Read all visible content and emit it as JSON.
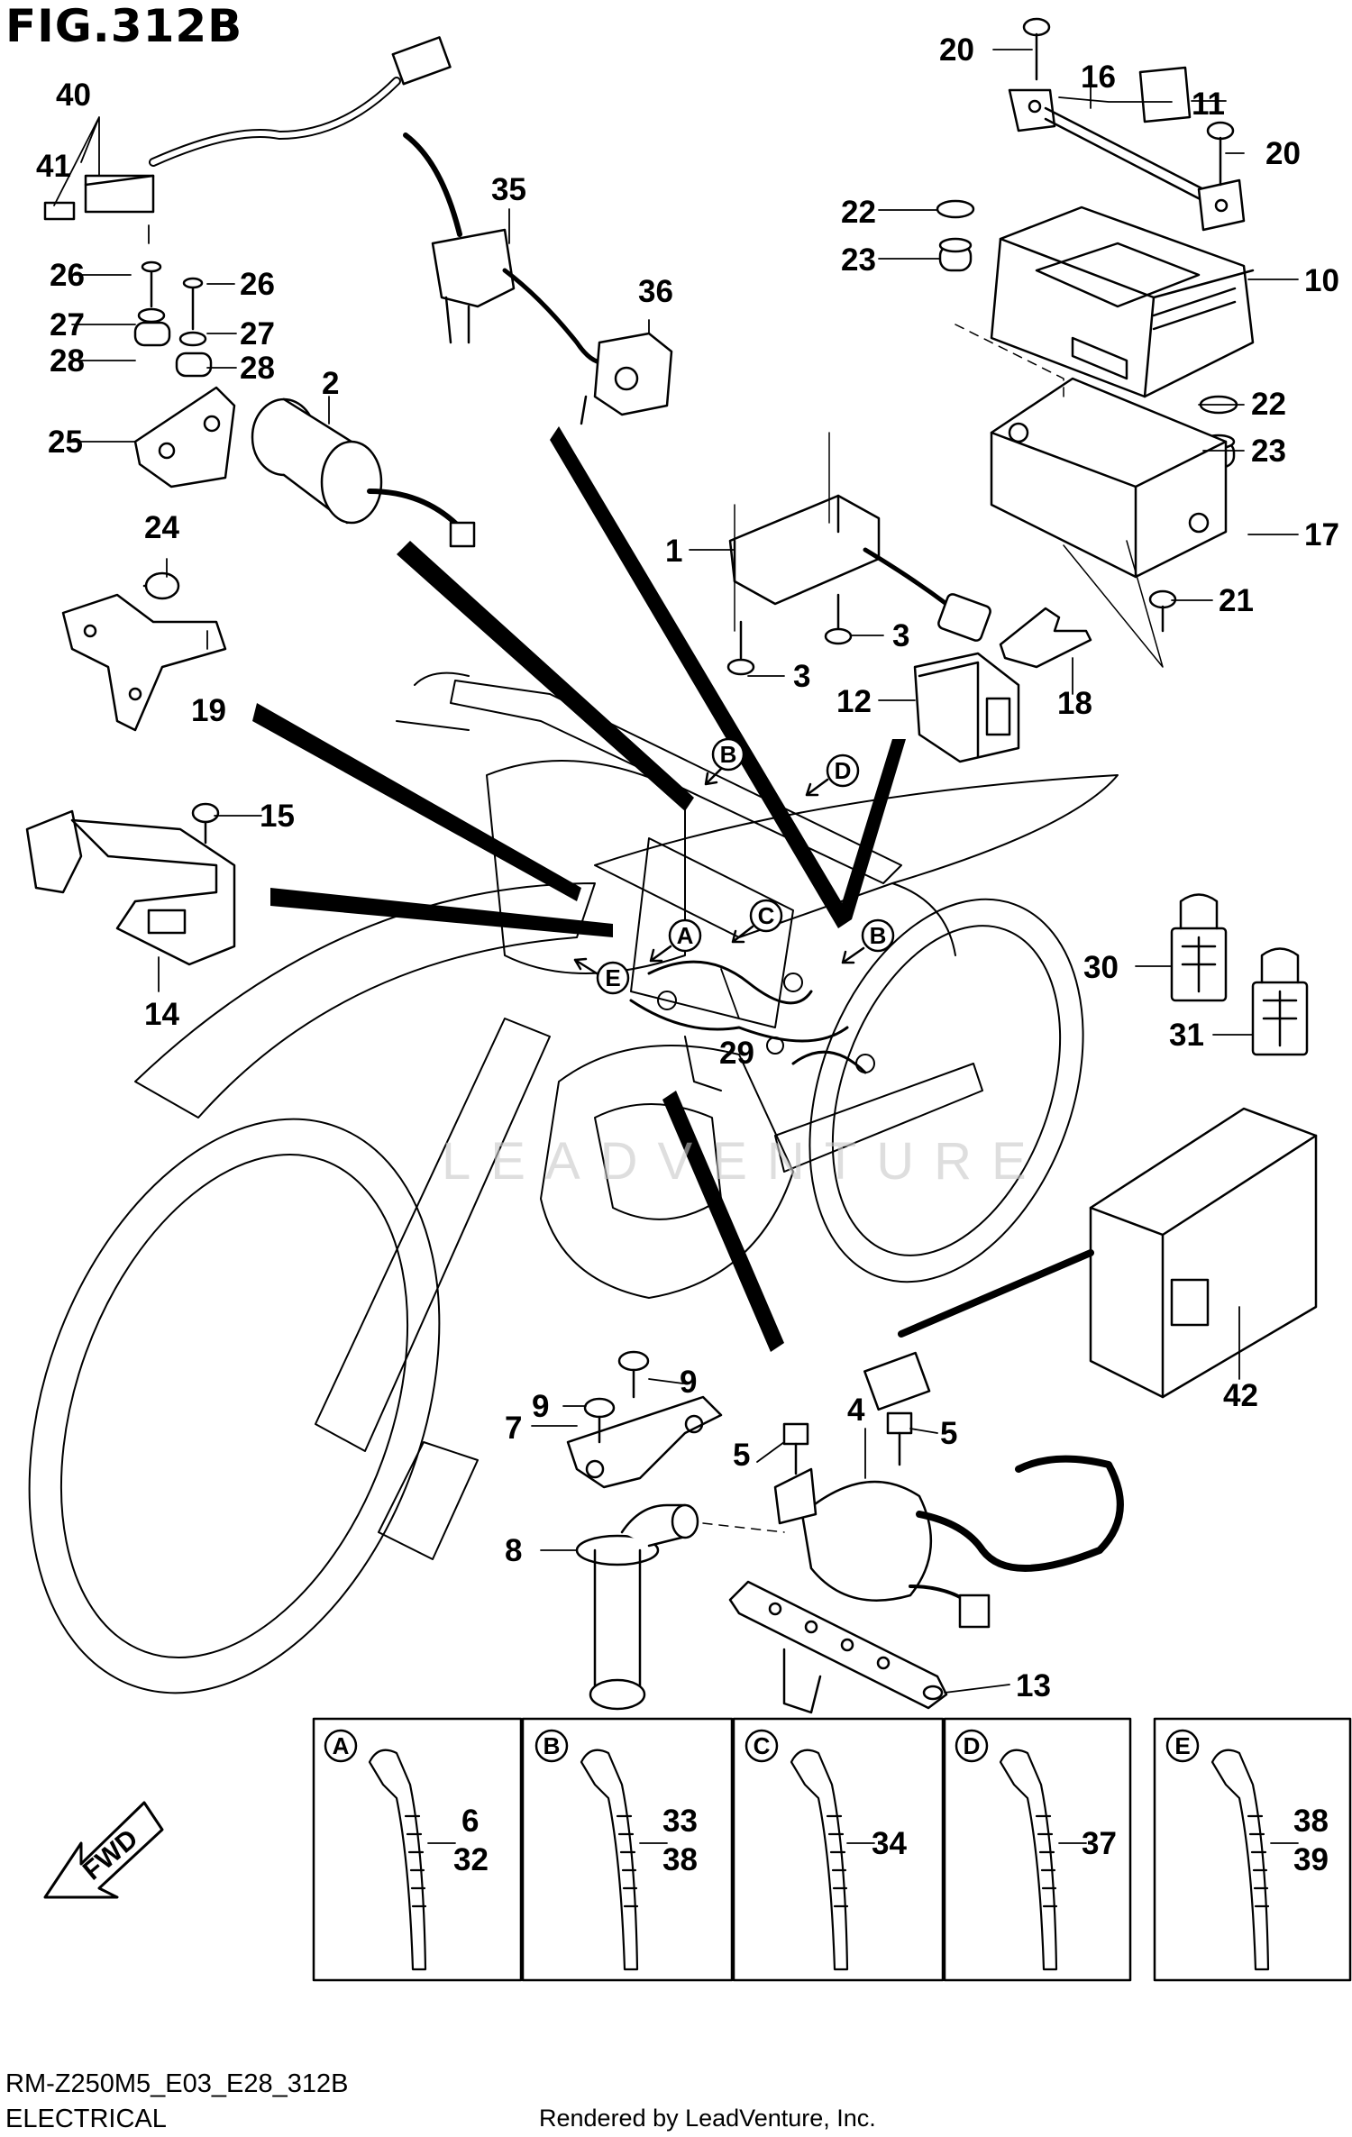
{
  "figure_title": "FIG.312B",
  "footer": {
    "code": "RM-Z250M5_E03_E28_312B",
    "section": "ELECTRICAL",
    "credit": "Rendered by LeadVenture, Inc."
  },
  "watermark": "LEADVENTURE",
  "fwd_label": "FWD",
  "callouts": {
    "c1": "1",
    "c2": "2",
    "c3a": "3",
    "c3b": "3",
    "c4": "4",
    "c5a": "5",
    "c5b": "5",
    "c6": "6",
    "c7": "7",
    "c8": "8",
    "c9a": "9",
    "c9b": "9",
    "c10": "10",
    "c11": "11",
    "c12": "12",
    "c13": "13",
    "c14": "14",
    "c15": "15",
    "c16": "16",
    "c17": "17",
    "c18": "18",
    "c19": "19",
    "c20a": "20",
    "c20b": "20",
    "c21": "21",
    "c22a": "22",
    "c22b": "22",
    "c23a": "23",
    "c23b": "23",
    "c24": "24",
    "c25": "25",
    "c26a": "26",
    "c26b": "26",
    "c27a": "27",
    "c27b": "27",
    "c28a": "28",
    "c28b": "28",
    "c29": "29",
    "c30": "30",
    "c31": "31",
    "c32": "32",
    "c33": "33",
    "c34": "34",
    "c35": "35",
    "c36": "36",
    "c37": "37",
    "c38a": "38",
    "c38b": "38",
    "c39": "39",
    "c40": "40",
    "c41": "41",
    "c42": "42"
  },
  "markers": {
    "a": "A",
    "b": "B",
    "c": "C",
    "d": "D",
    "e": "E"
  },
  "detail_panels": [
    {
      "letter": "A",
      "parts": [
        "6",
        "32"
      ]
    },
    {
      "letter": "B",
      "parts": [
        "33",
        "38"
      ]
    },
    {
      "letter": "C",
      "parts": [
        "34"
      ]
    },
    {
      "letter": "D",
      "parts": [
        "37"
      ]
    },
    {
      "letter": "E",
      "parts": [
        "38",
        "39"
      ]
    }
  ]
}
